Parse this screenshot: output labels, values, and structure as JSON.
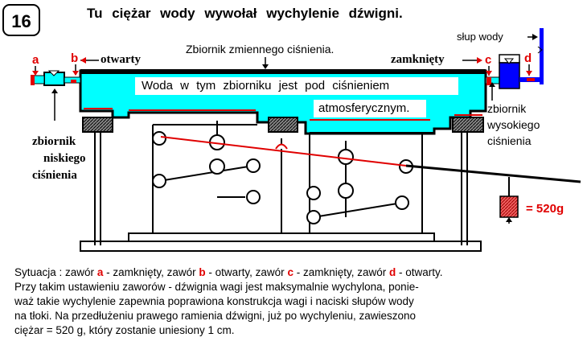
{
  "figure_number": "16",
  "title": "Tu ciężar wody wywołał wychylenie dźwigni.",
  "labels": {
    "slup_wody": "słup wody",
    "a": "a",
    "b": "b",
    "c": "c",
    "d": "d",
    "otwarty": "otwarty",
    "zamkniety": "zamknięty",
    "zbiornik_zmiennego": "Zbiornik zmiennego ciśnienia.",
    "woda_line1": "Woda w tym zbiorniku jest pod ciśnieniem",
    "woda_line2": "atmosferycznym.",
    "niskiego_1": "zbiornik",
    "niskiego_2": "niskiego",
    "niskiego_3": "ciśnienia",
    "wysokiego_1": "zbiornik",
    "wysokiego_2": "wysokiego",
    "wysokiego_3": "ciśnienia",
    "weight": "= 520g"
  },
  "description": {
    "l1_pre": "Sytuacja : zawór",
    "l1_a": "a",
    "l1_a_txt": "- zamknięty, zawór",
    "l1_b": "b",
    "l1_b_txt": "- otwarty, zawór",
    "l1_c": "c",
    "l1_c_txt": "- zamknięty, zawór",
    "l1_d": "d",
    "l1_d_txt": "- otwarty.",
    "l2": "Przy takim ustawieniu zaworów - dźwignia wagi jest maksymalnie wychylona, ponie-",
    "l3": "waż takie wychylenie zapewnia poprawiona konstrukcja wagi i naciski słupów wody",
    "l4": "na tłoki. Na przedłużeniu prawego ramienia dźwigni, już po wychyleniu, zawieszono",
    "l5": "ciężar = 520 g, który zostanie uniesiony 1 cm."
  },
  "colors": {
    "water": "#00ffff",
    "valve": "#e00000",
    "high_tank": "#0000ff",
    "weight": "#e03030",
    "membrane": "#e00000"
  }
}
